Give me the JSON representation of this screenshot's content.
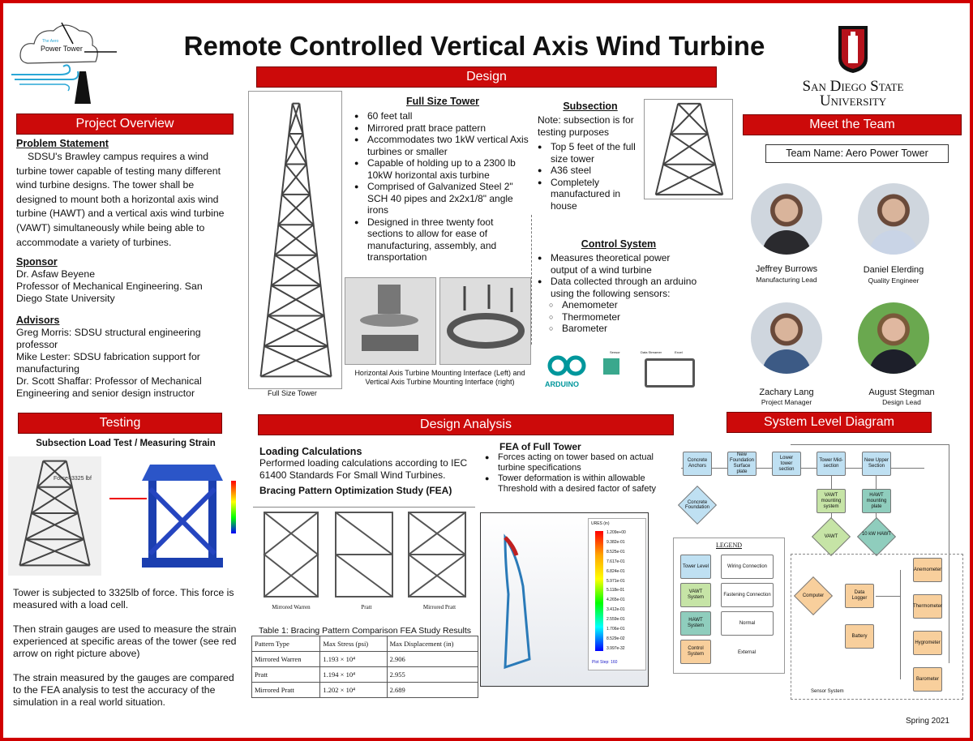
{
  "title": "Remote Controlled Vertical Axis Wind Turbine",
  "logo": {
    "small": "The Aero",
    "main": "Power Tower"
  },
  "sdsu": {
    "line1": "San Diego State",
    "line2": "University"
  },
  "colors": {
    "accent": "#cc0a0a"
  },
  "headers": {
    "design": "Design",
    "overview": "Project Overview",
    "team": "Meet the Team",
    "testing": "Testing",
    "analysis": "Design Analysis",
    "system": "System Level Diagram"
  },
  "overview": {
    "problem_title": "Problem Statement",
    "problem": "SDSU's Brawley campus requires a wind turbine tower capable of testing many different wind turbine designs. The tower shall be designed to mount both a horizontal axis wind turbine (HAWT) and a vertical axis wind turbine (VAWT) simultaneously while being able to accommodate a variety of turbines.",
    "sponsor_title": "Sponsor",
    "sponsor": [
      "Dr. Asfaw Beyene",
      "Professor of Mechanical Engineering. San Diego State University"
    ],
    "advisors_title": "Advisors",
    "advisors": [
      "Greg Morris: SDSU structural engineering professor",
      "Mike Lester: SDSU fabrication support for manufacturing",
      "Dr. Scott Shaffar: Professor of Mechanical Engineering and senior design instructor"
    ]
  },
  "design": {
    "tower_caption": "Full Size Tower",
    "full_title": "Full Size Tower",
    "full_bullets": [
      "60 feet tall",
      "Mirrored pratt brace pattern",
      "Accommodates two 1kW vertical Axis turbines or smaller",
      "Capable of holding up to a 2300 lb 10kW horizontal axis turbine",
      "Comprised of Galvanized Steel 2\" SCH 40 pipes and 2x2x1/8\" angle irons",
      "Designed in three twenty foot sections to allow for ease of manufacturing, assembly, and transportation"
    ],
    "mount_caption": "Horizontal Axis Turbine Mounting Interface (Left) and Vertical Axis Turbine Mounting Interface (right)",
    "sub_title": "Subsection",
    "sub_note": "Note: subsection is for testing purposes",
    "sub_bullets": [
      "Top 5 feet of the full size tower",
      "A36 steel",
      "Completely manufactured in house"
    ],
    "control_title": "Control System",
    "control_bullets": [
      "Measures theoretical power output of a wind turbine",
      "Data collected through an arduino using the following sensors:"
    ],
    "sensors": [
      "Anemometer",
      "Thermometer",
      "Barometer"
    ],
    "arduino": "ARDUINO",
    "arduino_labels": [
      "Sensor",
      "Data Streamer",
      "Excel"
    ]
  },
  "team": {
    "name": "Team Name: Aero Power Tower",
    "members": [
      {
        "name": "Jeffrey Burrows",
        "role": "Manufacturing Lead"
      },
      {
        "name": "Daniel Elerding",
        "role": "Quality Engineer"
      },
      {
        "name": "Zachary Lang",
        "role": "Project Manager"
      },
      {
        "name": "August Stegman",
        "role": "Design Lead"
      }
    ]
  },
  "testing": {
    "title": "Subsection Load Test / Measuring Strain",
    "force_label": "Force=3325 lbf",
    "p1": "Tower is subjected to 3325lb of force. This force is measured with a load cell.",
    "p2": "Then strain gauges are used to measure the strain experienced at specific areas of the tower (see red arrow on right picture above)",
    "p3": "The strain measured by the gauges are compared to the FEA analysis to test the accuracy of the simulation in a real world situation."
  },
  "analysis": {
    "loading_title": "Loading Calculations",
    "loading": "Performed loading calculations according to IEC 61400 Standards For Small Wind Turbines.",
    "bracing_title": "Bracing Pattern Optimization Study (FEA)",
    "patterns": [
      "Mirrored Warren",
      "Pratt",
      "Mirrored Pratt"
    ],
    "table_caption": "Table 1: Bracing Pattern Comparison FEA Study Results",
    "table_headers": [
      "Pattern Type",
      "Max Stress (psi)",
      "Max Displacement (in)"
    ],
    "table_rows": [
      [
        "Mirrored Warren",
        "1.193 × 10⁴",
        "2.906"
      ],
      [
        "Pratt",
        "1.194 × 10⁴",
        "2.955"
      ],
      [
        "Mirrored Pratt",
        "1.202 × 10⁴",
        "2.689"
      ]
    ],
    "fea_title": "FEA of Full Tower",
    "fea_bullets": [
      "Forces acting on tower based on actual turbine specifications",
      "Tower deformation is within allowable Threshold with a desired factor of safety"
    ],
    "fea_legend_title": "URES (in)",
    "fea_legend": [
      "1.209e+00",
      "9.382e-01",
      "8.525e-01",
      "7.617e-01",
      "6.824e-01",
      "5.971e-01",
      "5.118e-01",
      "4.265e-01",
      "3.412e-01",
      "2.559e-01",
      "1.706e-01",
      "8.529e-02",
      "3.997e-32"
    ],
    "fea_step": "Plot Step: 160"
  },
  "system": {
    "chain": [
      "Concrete Anchors",
      "New Foundation Surface plate",
      "Lower tower section",
      "Tower Mid-section",
      "New Upper Section"
    ],
    "foundation": "Concrete Foundation",
    "vawt_mount": "VAWT mounting system",
    "hawt_mount": "HAWT mounting plate",
    "vawt": "VAWT",
    "hawt": "10 kW HAWT",
    "legend_title": "LEGEND",
    "legend": [
      "Tower Level",
      "VAWT System",
      "HAWT System",
      "Control System",
      "Wiring Connection",
      "Fastening Connection",
      "Normal",
      "External"
    ],
    "sensors": [
      "Anemometer",
      "Thermometer",
      "Hygrometer",
      "Barometer"
    ],
    "logger": "Data Logger",
    "computer": "Computer",
    "battery": "Battery",
    "sensor_group": "Sensor System"
  },
  "footer": "Spring 2021"
}
